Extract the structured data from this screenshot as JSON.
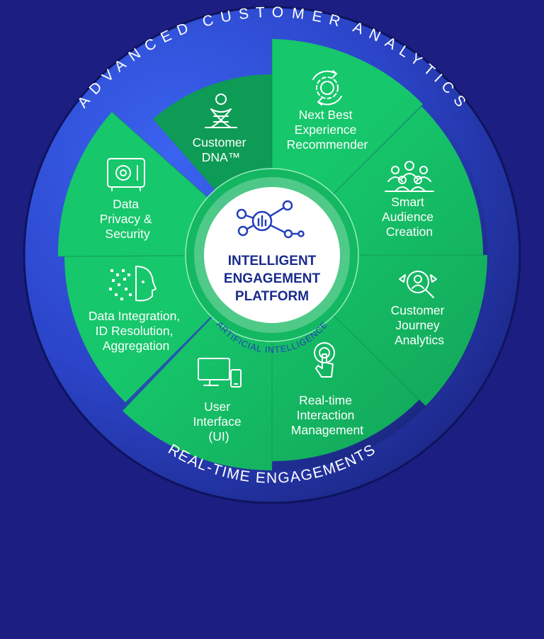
{
  "colors": {
    "background": "#1c1e82",
    "segment_green": "#16c76b",
    "segment_dark_green": "#0d9b55",
    "ring_blue": "#2d4cd6",
    "hub_text": "#1a2b8c"
  },
  "outer_ring": {
    "top_label": "ADVANCED CUSTOMER ANALYTICS",
    "bottom_label": "REAL-TIME ENGAGEMENTS"
  },
  "hub": {
    "icon": "network-nodes-icon",
    "title_lines": [
      "INTELLIGENT",
      "ENGAGEMENT",
      "PLATFORM"
    ],
    "arc_label": "ARTIFICIAL INTELLIGENCE"
  },
  "segments": [
    {
      "id": "customer-dna",
      "icon": "dna-person-icon",
      "lines": [
        "Customer",
        "DNA™"
      ]
    },
    {
      "id": "next-best-experience",
      "icon": "gear-cycle-icon",
      "lines": [
        "Next Best",
        "Experience",
        "Recommender"
      ]
    },
    {
      "id": "smart-audience",
      "icon": "audience-group-icon",
      "lines": [
        "Smart",
        "Audience",
        "Creation"
      ]
    },
    {
      "id": "journey-analytics",
      "icon": "magnifier-person-icon",
      "lines": [
        "Customer",
        "Journey",
        "Analytics"
      ]
    },
    {
      "id": "interaction-management",
      "icon": "touch-target-icon",
      "lines": [
        "Real-time",
        "Interaction",
        "Management"
      ]
    },
    {
      "id": "user-interface",
      "icon": "devices-icon",
      "lines": [
        "User",
        "Interface",
        "(UI)"
      ]
    },
    {
      "id": "data-integration",
      "icon": "data-face-icon",
      "lines": [
        "Data Integration,",
        "ID Resolution,",
        "Aggregation"
      ]
    },
    {
      "id": "data-privacy",
      "icon": "safe-icon",
      "lines": [
        "Data",
        "Privacy &",
        "Security"
      ]
    }
  ]
}
